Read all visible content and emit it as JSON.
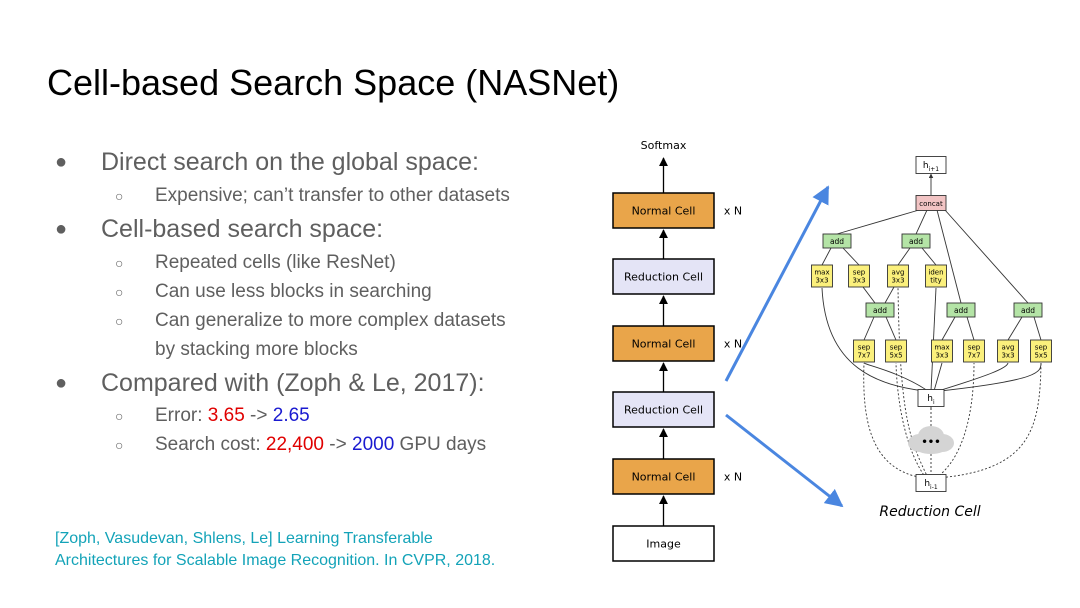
{
  "slide": {
    "title": "Cell-based Search Space (NASNet)",
    "bullet_mark": "●",
    "sub_mark": "○",
    "bullets": [
      {
        "text": "Direct search on the global space:",
        "sub": [
          {
            "text": "Expensive; can’t transfer to other datasets"
          }
        ]
      },
      {
        "text": "Cell-based search space:",
        "sub": [
          {
            "text": "Repeated cells (like ResNet)"
          },
          {
            "text": "Can use less blocks in searching"
          },
          {
            "text": "Can generalize to more complex datasets"
          },
          {
            "text": "by stacking more blocks"
          }
        ]
      },
      {
        "text": "Compared with (Zoph & Le, 2017):",
        "sub": [
          {
            "prefix": "Error: ",
            "v1": "3.65",
            "mid": " -> ",
            "v2": "2.65",
            "suffix": ""
          },
          {
            "prefix": "Search cost: ",
            "v1": "22,400",
            "mid": " -> ",
            "v2": "2000",
            "suffix": " GPU days"
          }
        ]
      }
    ],
    "reference": {
      "line1": "[Zoph, Vasudevan, Shlens, Le] Learning Transferable",
      "line2": "Architectures for Scalable Image Recognition. In CVPR, 2018."
    },
    "colors": {
      "old_value": "#e00000",
      "new_value": "#1a1ad0",
      "reference": "#13a3b8"
    }
  },
  "stack": {
    "top_label": "Softmax",
    "cells": [
      {
        "label": "Normal Cell",
        "repeat": "x N",
        "kind": "normal"
      },
      {
        "label": "Reduction Cell",
        "repeat": "",
        "kind": "reduction"
      },
      {
        "label": "Normal Cell",
        "repeat": "x N",
        "kind": "normal"
      },
      {
        "label": "Reduction Cell",
        "repeat": "",
        "kind": "reduction"
      },
      {
        "label": "Normal Cell",
        "repeat": "x N",
        "kind": "normal"
      },
      {
        "label": "Image",
        "repeat": "",
        "kind": "input"
      }
    ],
    "colors": {
      "normal": "#e9a54a",
      "reduction": "#e4e4f6",
      "input": "#ffffff",
      "arrow": "#4a86e0"
    }
  },
  "cell_detail": {
    "caption": "Reduction Cell",
    "output": "h",
    "output_sub": "i+1",
    "concat": "concat",
    "add": "add",
    "ops_upper": [
      "max\n3x3",
      "sep\n3x3",
      "avg\n3x3",
      "iden\ntity"
    ],
    "ops_lower": [
      "sep\n7x7",
      "sep\n5x5",
      "max\n3x3",
      "sep\n7x7",
      "avg\n3x3",
      "sep\n5x5"
    ],
    "hi": "h",
    "hi_sub": "i",
    "hprev": "h",
    "hprev_sub": "i-1",
    "ellipsis": "•••",
    "colors": {
      "add": "#b4e4a6",
      "op": "#fbf07c",
      "concat": "#f2c4c4"
    }
  }
}
